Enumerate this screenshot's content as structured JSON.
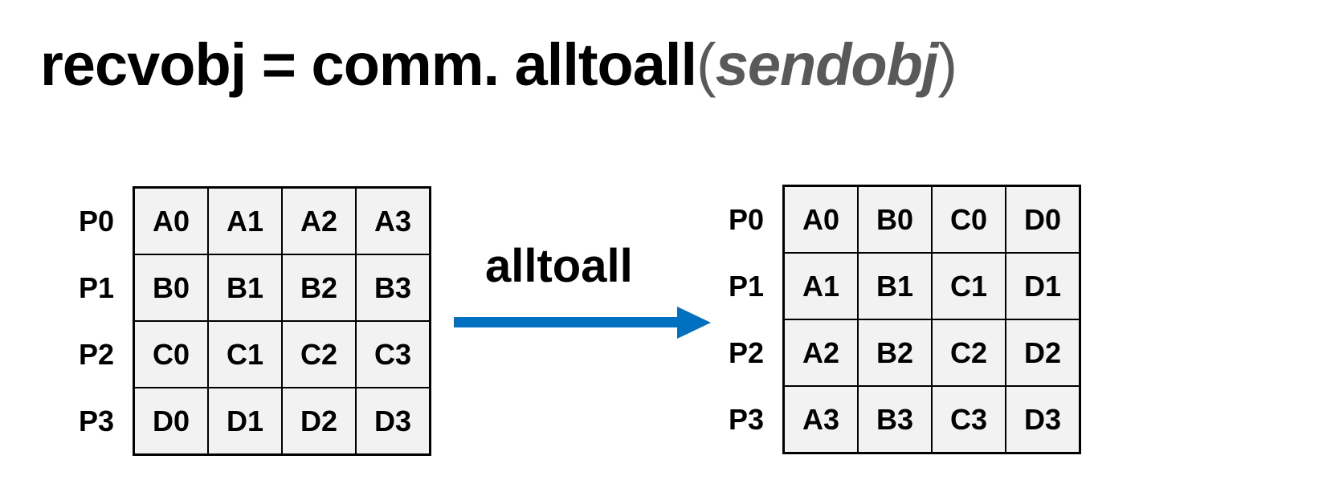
{
  "title": {
    "lhs": "recvobj = comm. alltoall",
    "open_paren": "(",
    "arg": "sendobj",
    "close_paren": ")"
  },
  "operation_label": "alltoall",
  "arrow_color": "#0070c0",
  "left_grid": {
    "rows": [
      {
        "label": "P0",
        "cells": [
          "A0",
          "A1",
          "A2",
          "A3"
        ]
      },
      {
        "label": "P1",
        "cells": [
          "B0",
          "B1",
          "B2",
          "B3"
        ]
      },
      {
        "label": "P2",
        "cells": [
          "C0",
          "C1",
          "C2",
          "C3"
        ]
      },
      {
        "label": "P3",
        "cells": [
          "D0",
          "D1",
          "D2",
          "D3"
        ]
      }
    ]
  },
  "right_grid": {
    "rows": [
      {
        "label": "P0",
        "cells": [
          "A0",
          "B0",
          "C0",
          "D0"
        ]
      },
      {
        "label": "P1",
        "cells": [
          "A1",
          "B1",
          "C1",
          "D1"
        ]
      },
      {
        "label": "P2",
        "cells": [
          "A2",
          "B2",
          "C2",
          "D2"
        ]
      },
      {
        "label": "P3",
        "cells": [
          "A3",
          "B3",
          "C3",
          "D3"
        ]
      }
    ]
  }
}
